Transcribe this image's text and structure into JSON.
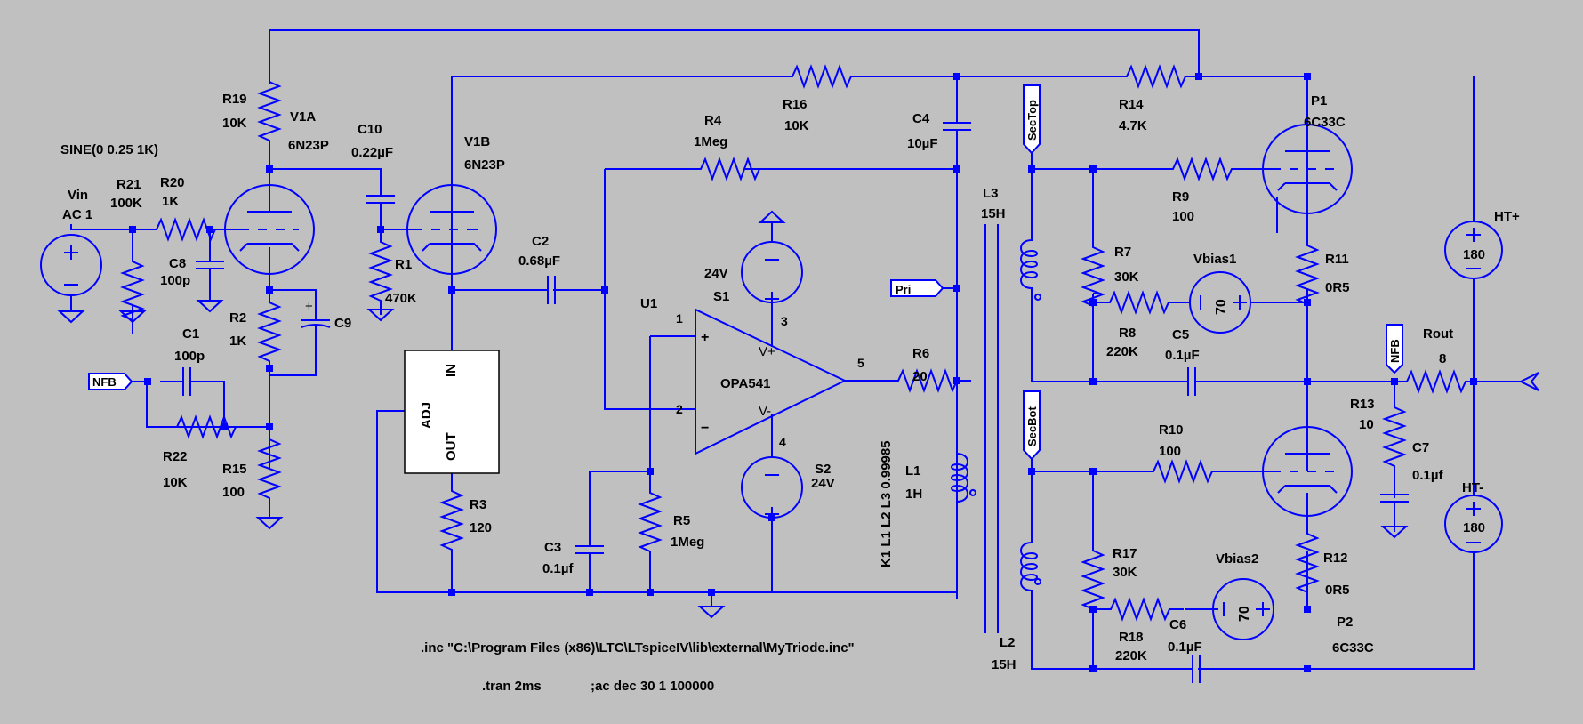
{
  "source_signal": "SINE(0 0.25 1K)",
  "sources": {
    "vin": {
      "name": "Vin",
      "value": "AC 1"
    },
    "s1": {
      "name": "S1",
      "value": "24V"
    },
    "s2": {
      "name": "S2",
      "value": "24V"
    },
    "ht_plus": {
      "name": "HT+",
      "value": "180"
    },
    "ht_minus": {
      "name": "HT-",
      "value": "180"
    },
    "vbias1": {
      "name": "Vbias1",
      "value": "70"
    },
    "vbias2": {
      "name": "Vbias2",
      "value": "70"
    }
  },
  "tubes": {
    "v1a": {
      "name": "V1A",
      "model": "6N23P"
    },
    "v1b": {
      "name": "V1B",
      "model": "6N23P"
    },
    "p1": {
      "name": "P1",
      "model": "6C33C"
    },
    "p2": {
      "name": "P2",
      "model": "6C33C"
    }
  },
  "resistors": {
    "r1": {
      "name": "R1",
      "value": "470K"
    },
    "r2": {
      "name": "R2",
      "value": "1K"
    },
    "r3": {
      "name": "R3",
      "value": "120"
    },
    "r4": {
      "name": "R4",
      "value": "1Meg"
    },
    "r5": {
      "name": "R5",
      "value": "1Meg"
    },
    "r6": {
      "name": "R6",
      "value": "20"
    },
    "r7": {
      "name": "R7",
      "value": "30K"
    },
    "r8": {
      "name": "R8",
      "value": "220K"
    },
    "r9": {
      "name": "R9",
      "value": "100"
    },
    "r10": {
      "name": "R10",
      "value": "100"
    },
    "r11": {
      "name": "R11",
      "value": "0R5"
    },
    "r12": {
      "name": "R12",
      "value": "0R5"
    },
    "r13": {
      "name": "R13",
      "value": "10"
    },
    "r14": {
      "name": "R14",
      "value": "4.7K"
    },
    "r15": {
      "name": "R15",
      "value": "100"
    },
    "r16": {
      "name": "R16",
      "value": "10K"
    },
    "r17": {
      "name": "R17",
      "value": "30K"
    },
    "r18": {
      "name": "R18",
      "value": "220K"
    },
    "r19": {
      "name": "R19",
      "value": "10K"
    },
    "r20": {
      "name": "R20",
      "value": "1K"
    },
    "r21": {
      "name": "R21",
      "value": "100K"
    },
    "r22": {
      "name": "R22",
      "value": "10K"
    },
    "rout": {
      "name": "Rout",
      "value": "8"
    }
  },
  "capacitors": {
    "c1": {
      "name": "C1",
      "value": "100p"
    },
    "c2": {
      "name": "C2",
      "value": "0.68µF"
    },
    "c3": {
      "name": "C3",
      "value": "0.1µf"
    },
    "c4": {
      "name": "C4",
      "value": "10µF"
    },
    "c5": {
      "name": "C5",
      "value": "0.1µF"
    },
    "c6": {
      "name": "C6",
      "value": "0.1µF"
    },
    "c7": {
      "name": "C7",
      "value": "0.1µf"
    },
    "c8": {
      "name": "C8",
      "value": "100p"
    },
    "c9": {
      "name": "C9",
      "value": ""
    },
    "c10": {
      "name": "C10",
      "value": "0.22µF"
    }
  },
  "inductors": {
    "l1": {
      "name": "L1",
      "value": "1H"
    },
    "l2": {
      "name": "L2",
      "value": "15H"
    },
    "l3": {
      "name": "L3",
      "value": "15H"
    }
  },
  "coupling": "K1 L1 L2 L3 0.99985",
  "opamp": {
    "name": "U1",
    "model": "OPA541",
    "pin1": "1",
    "pin2": "2",
    "pin3": "3",
    "pin4": "4",
    "pin5": "5",
    "vplus": "V+",
    "vminus": "V-",
    "plus_sign": "+",
    "minus_sign": "−"
  },
  "regulator": {
    "in_label": "IN",
    "adj_label": "ADJ",
    "out_label": "OUT"
  },
  "net_labels": {
    "nfb": "NFB",
    "pri": "Pri",
    "sectop": "SecTop",
    "secbot": "SecBot"
  },
  "directives": {
    "inc": ".inc \"C:\\Program Files (x86)\\LTC\\LTspiceIV\\lib\\external\\MyTriode.inc\"",
    "tran": ".tran 2ms",
    "ac": ";ac dec 30 1 100000"
  }
}
